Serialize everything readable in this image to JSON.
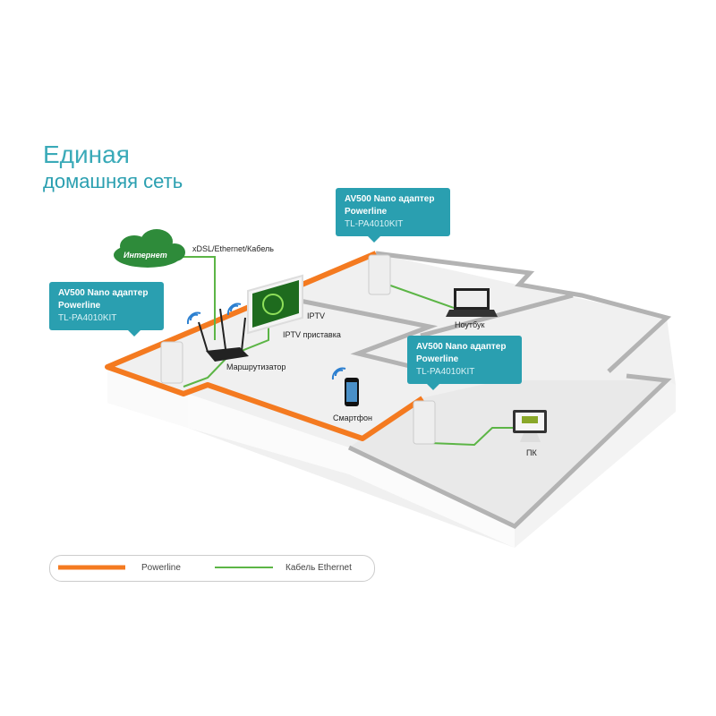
{
  "title": {
    "line1": "Единая",
    "line2": "домашняя сеть"
  },
  "callouts": [
    {
      "name": "AV500 Nano адаптер",
      "sub": "Powerline",
      "model": "TL-PA4010KIT"
    },
    {
      "name": "AV500 Nano адаптер",
      "sub": "Powerline",
      "model": "TL-PA4010KIT"
    },
    {
      "name": "AV500 Nano адаптер",
      "sub": "Powerline",
      "model": "TL-PA4010KIT"
    }
  ],
  "labels": {
    "internet": "Интернет",
    "wan": "xDSL/Ethernet/Кабель",
    "iptv": "IPTV",
    "iptv_box": "IPTV приставка",
    "router": "Маршрутизатор",
    "smartphone": "Смартфон",
    "laptop": "Ноутбук",
    "pc": "ПК"
  },
  "legend": {
    "powerline": "Powerline",
    "ethernet": "Кабель Ethernet"
  },
  "colors": {
    "powerline": "#f47a20",
    "ethernet": "#5cb546",
    "accent": "#2a9fb0",
    "wall": "#b3b3b3"
  }
}
